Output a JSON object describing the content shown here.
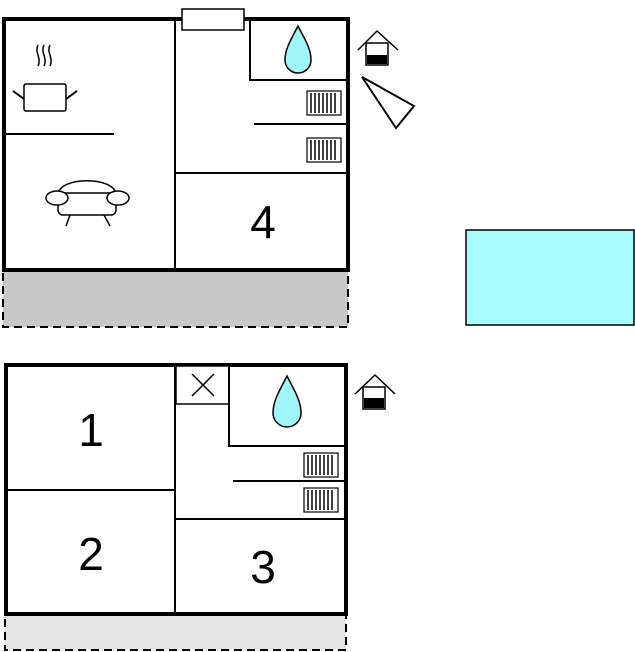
{
  "colors": {
    "water": "#9ff5f9",
    "pool": "#a8fbff",
    "terrace_upper": "#c8c8c8",
    "terrace_lower": "#e4e4e4",
    "wall": "#000000"
  },
  "floors": [
    {
      "level": "upper",
      "room_labels": [
        "4"
      ],
      "icons": [
        "kitchen-pot-icon",
        "sofa-icon",
        "water-drop-icon",
        "radiator-icon",
        "radiator-icon",
        "house-entrance-icon",
        "compass-triangle-icon"
      ]
    },
    {
      "level": "lower",
      "room_labels": [
        "1",
        "2",
        "3"
      ],
      "icons": [
        "void-cross-icon",
        "water-drop-icon",
        "radiator-icon",
        "radiator-icon",
        "house-entrance-icon"
      ]
    }
  ],
  "pool": {
    "icon": "pool-rect"
  }
}
